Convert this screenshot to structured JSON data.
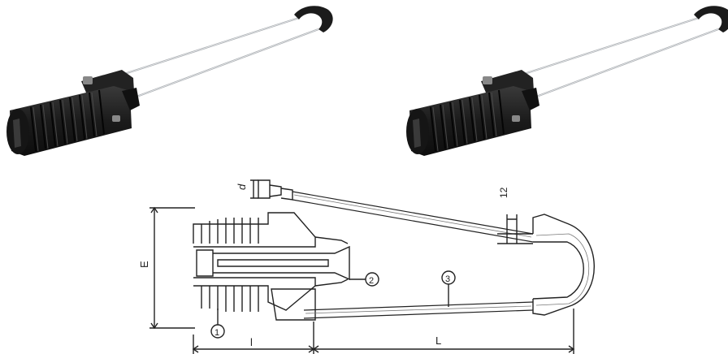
{
  "labels": {
    "dim_d": "d",
    "dim_12": "12",
    "dim_E": "E",
    "dim_l": "l",
    "dim_L": "L",
    "part_1": "1",
    "part_2": "2",
    "part_3": "3"
  },
  "colors": {
    "clamp_body": "#1b1b1b",
    "clamp_highlight": "#4a4a4a",
    "wire": "#a8acb0",
    "drawing_line": "#222222"
  }
}
